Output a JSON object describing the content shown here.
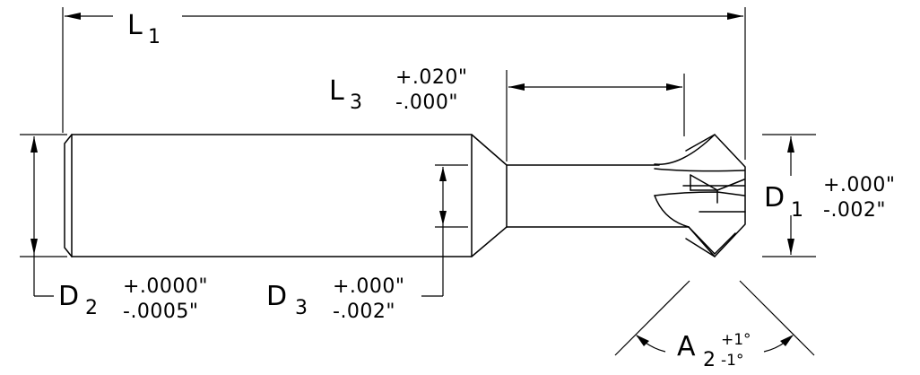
{
  "drawing": {
    "L1": {
      "symbol": "L",
      "index": "1"
    },
    "L3": {
      "symbol": "L",
      "index": "3",
      "tol_plus": "+.020\"",
      "tol_minus": "-.000\""
    },
    "D1": {
      "symbol": "D",
      "index": "1",
      "tol_plus": "+.000\"",
      "tol_minus": "-.002\""
    },
    "D2": {
      "symbol": "D",
      "index": "2",
      "tol_plus": "+.0000\"",
      "tol_minus": "-.0005\""
    },
    "D3": {
      "symbol": "D",
      "index": "3",
      "tol_plus": "+.000\"",
      "tol_minus": "-.002\""
    },
    "A2": {
      "symbol": "A",
      "index": "2",
      "tol_plus": "+1°",
      "tol_minus": "-1°"
    }
  }
}
